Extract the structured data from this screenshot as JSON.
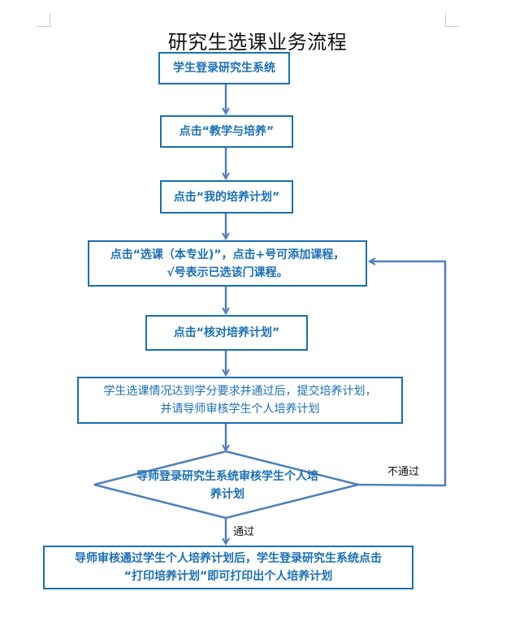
{
  "title": "研究生选课业务流程",
  "steps": [
    {
      "text": "学生登录研究生系统"
    },
    {
      "text": "点击“教学与培养”"
    },
    {
      "text": "点击“我的培养计划”"
    },
    {
      "line1": "点击“选课（本专业)”，点击+号可添加课程，",
      "line2": "√号表示已选该门课程。"
    },
    {
      "text": "点击“核对培养计划”"
    },
    {
      "line1": "学生选课情况达到学分要求并通过后，提交培养计划，",
      "line2": "并请导师审核学生个人培养计划"
    }
  ],
  "decision": {
    "line1": "导师登录研究生系统审核学生个人培",
    "line2": "养计划"
  },
  "final": {
    "line1": "导师审核通过学生个人培养计划后，学生登录研究生系统点击",
    "line2": "“打印培养计划”即可打印出个人培养计划"
  },
  "edge_labels": {
    "fail": "不通过",
    "pass": "通过"
  },
  "colors": {
    "box_border": "#1a6fb5",
    "text": "#1a6fb5",
    "arrow": "#4f7fbf"
  }
}
